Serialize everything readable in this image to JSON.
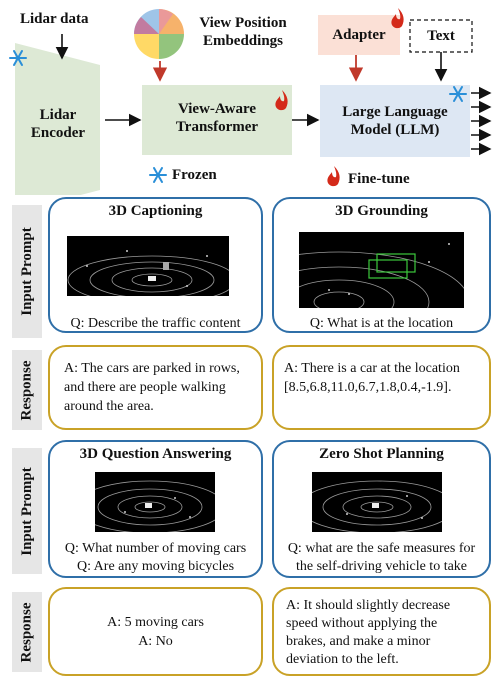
{
  "architecture": {
    "lidar_data": "Lidar data",
    "lidar_encoder": "Lidar Encoder",
    "view_position_embeddings": "View Position Embeddings",
    "view_aware_transformer": "View-Aware Transformer",
    "adapter": "Adapter",
    "text": "Text",
    "llm": "Large Language Model (LLM)",
    "legend_frozen": "Frozen",
    "legend_finetune": "Fine-tune"
  },
  "side_labels": {
    "input_prompt": "Input Prompt",
    "response": "Response"
  },
  "tasks": {
    "captioning": {
      "title": "3D Captioning",
      "question": "Q: Describe the traffic content",
      "response": "A: The cars are parked in rows, and there are people walking around the area."
    },
    "grounding": {
      "title": "3D Grounding",
      "question": "Q: What is at the location",
      "response_line1": "A: There is a car at the location",
      "response_line2": "[8.5,6.8,11.0,6.7,1.8,0.4,-1.9]."
    },
    "qa": {
      "title": "3D Question Answering",
      "question1": "Q: What number of moving cars",
      "question2": "Q: Are any moving bicycles",
      "response1": "A: 5 moving cars",
      "response2": "A: No"
    },
    "planning": {
      "title": "Zero Shot Planning",
      "question1": "Q: what are the safe measures for",
      "question2": "the self-driving vehicle to take",
      "response": "A: It should slightly decrease speed without applying the brakes, and make a minor deviation to the left."
    }
  },
  "colors": {
    "encoder_fill": "#dde9d5",
    "transformer_fill": "#dde9d5",
    "llm_fill": "#dde7f3",
    "adapter_fill": "#fbe0d6",
    "card_border": "#2f6fa8",
    "response_border": "#c9a227",
    "snow": "#2a8fd8",
    "flame": "#d42a1a",
    "arrow_red": "#c0392b"
  },
  "icons": [
    "snowflake-icon",
    "flame-icon",
    "pie-icon"
  ]
}
